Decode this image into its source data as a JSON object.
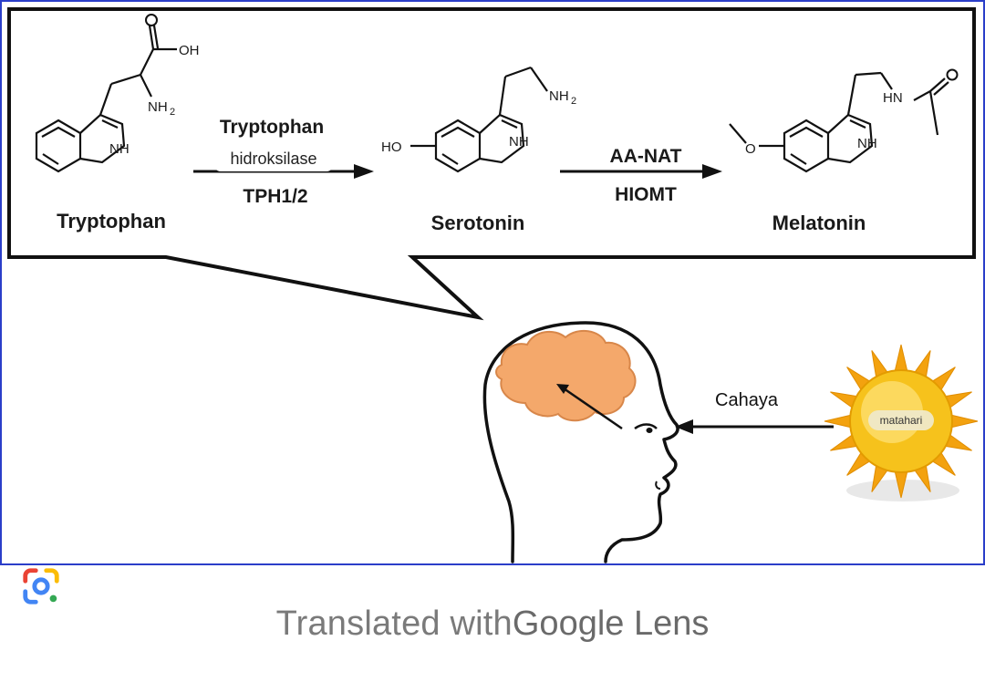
{
  "diagram": {
    "compounds": {
      "tryptophan": "Tryptophan",
      "serotonin": "Serotonin",
      "melatonin": "Melatonin"
    },
    "enzymes": {
      "step1_top": "Tryptophan",
      "step1_overlay": "hidroksilase",
      "step1_bottom": "TPH1/2",
      "step2_top": "AA-NAT",
      "step2_bottom": "HIOMT"
    },
    "atoms": {
      "oh": "OH",
      "nh2": "NH",
      "nh2_sub": "2",
      "nh": "NH",
      "ho": "HO",
      "hn": "HN",
      "o": "O"
    },
    "light_label": "Cahaya",
    "sun_label": "matahari",
    "colors": {
      "brain": "#f4a86b",
      "sun_core": "#f6c21c",
      "sun_rays": "#f3a20f",
      "frame": "#2b3ec9"
    }
  },
  "footer": {
    "prefix": "Translated with",
    "brand": "Google Lens",
    "icon": "google-lens-icon"
  }
}
